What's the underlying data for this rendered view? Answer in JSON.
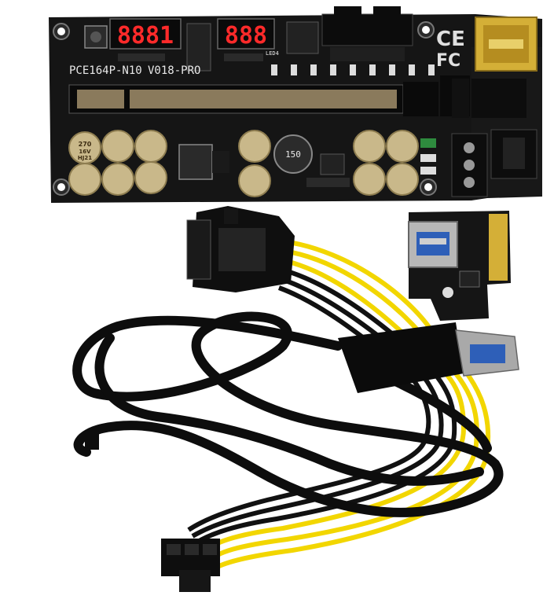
{
  "board": {
    "model": "PCE164P-N10",
    "version": "V018-PRO",
    "display_left": "8881",
    "display_right": "888",
    "led_label": "LED4",
    "inductor_label": "150",
    "ce_mark": "CE",
    "fcc_mark": "FC",
    "capacitor": {
      "voltage": "270",
      "rating": "16V",
      "code": "HJ21"
    },
    "colors": {
      "pcb": "#151515",
      "display": "#ff2a2a",
      "pcie_slot": "#8a7a5c",
      "usb_port": "#d4af37",
      "capacitor": "#c9b88a"
    }
  },
  "adapter": {
    "colors": {
      "pcb": "#151515",
      "contacts": "#d4af37"
    }
  },
  "cables": {
    "usb": {
      "color": "#0d0d0d",
      "plug": "#a9a9a9"
    },
    "power": {
      "yellow": "#f2d600",
      "black": "#111111"
    }
  }
}
